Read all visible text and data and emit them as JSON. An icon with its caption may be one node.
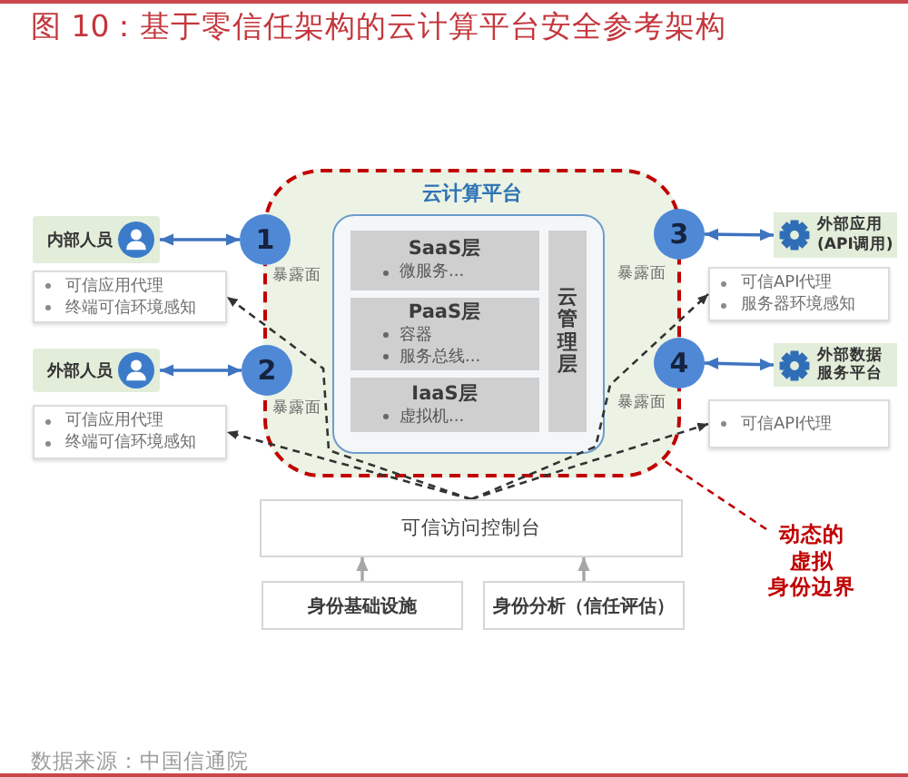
{
  "diagram": {
    "title": "图 10：基于零信任架构的云计算平台安全参考架构",
    "nodes": [
      {
        "text": [
          "内部人员"
        ]
      },
      {
        "text": [
          "可信应用代理",
          "终端可信环境感知"
        ]
      },
      {
        "text": [
          "外部人员"
        ]
      },
      {
        "text": [
          "可信应用代理",
          "终端可信环境感知"
        ]
      },
      {
        "text": [
          "云计算平台"
        ]
      },
      {
        "text": [
          "1"
        ],
        "beside": [
          "暴露面"
        ]
      },
      {
        "text": [
          "2"
        ],
        "beside": [
          "暴露面"
        ]
      },
      {
        "text": [],
        "shape": "box",
        "in": 4
      },
      {
        "text": [
          "SaaS层",
          "微服务..."
        ],
        "in": 7
      },
      {
        "text": [
          "PaaS层",
          "容器",
          "服务总线..."
        ],
        "in": 7
      },
      {
        "text": [
          "IaaS层",
          "虚拟机..."
        ],
        "in": 7
      },
      {
        "text": [
          "云管理层"
        ],
        "in": 7
      },
      {
        "text": [
          "3"
        ],
        "beside": [
          "暴露面"
        ]
      },
      {
        "text": [
          "4"
        ],
        "beside": [
          "暴露面"
        ]
      },
      {
        "text": [
          "外部应用(API调用)"
        ]
      },
      {
        "text": [
          "可信API代理",
          "服务器环境感知"
        ]
      },
      {
        "text": [
          "外部数据服务平台"
        ]
      },
      {
        "text": [
          "可信API代理"
        ]
      },
      {
        "text": [
          "可信访问控制台"
        ]
      },
      {
        "text": [
          "身份基础设施"
        ]
      },
      {
        "text": [
          "身份分析（信任评估）"
        ]
      },
      {
        "text": [
          "动态的虚拟身份边界"
        ]
      }
    ],
    "edges": [
      {
        "from": 0,
        "to": 5,
        "arrow": "both",
        "color": "#3e74c0"
      },
      {
        "from": 2,
        "to": 6,
        "arrow": "both",
        "color": "#3e74c0"
      },
      {
        "from": 12,
        "to": 14,
        "arrow": "both",
        "color": "#3e74c0"
      },
      {
        "from": 13,
        "to": 16,
        "arrow": "both",
        "color": "#3e74c0"
      },
      {
        "from": 18,
        "to": 1,
        "arrow": "to",
        "style": "dashed",
        "color": "#333333"
      },
      {
        "from": 18,
        "to": 3,
        "arrow": "to",
        "style": "dashed",
        "color": "#333333"
      },
      {
        "from": 18,
        "to": 15,
        "arrow": "to",
        "style": "dashed",
        "color": "#333333"
      },
      {
        "from": 18,
        "to": 17,
        "arrow": "to",
        "style": "dashed",
        "color": "#333333"
      },
      {
        "from": 19,
        "to": 18,
        "arrow": "to",
        "color": "#a6a6a6"
      },
      {
        "from": 20,
        "to": 18,
        "arrow": "to",
        "color": "#a6a6a6"
      },
      {
        "from": 21,
        "to": 4,
        "arrow": "none",
        "style": "dashed",
        "color": "#c00000"
      }
    ],
    "labels": [
      "数据来源：中国信通院"
    ]
  }
}
